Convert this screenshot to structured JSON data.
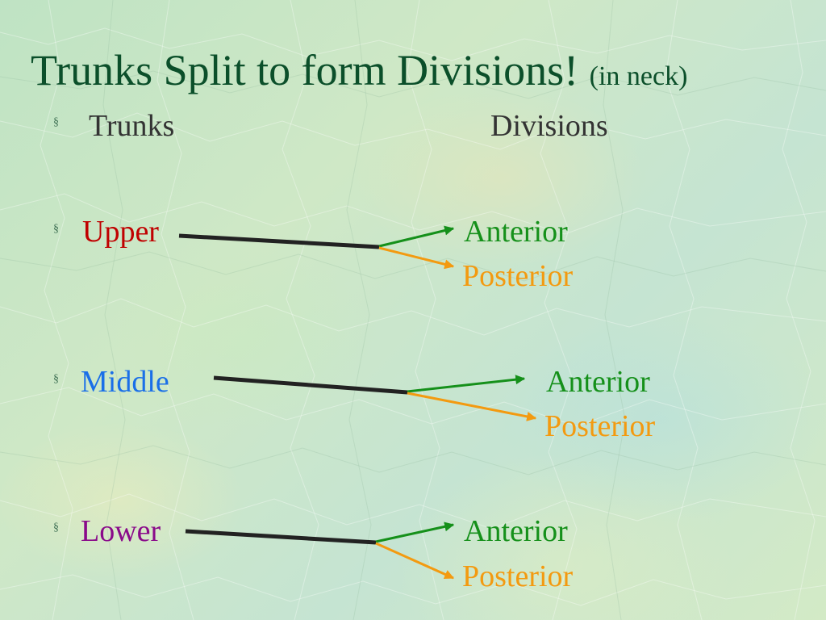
{
  "slide": {
    "title": "Trunks Split to form Divisions!",
    "title_note": "(in neck)"
  },
  "header": {
    "bullet": "§",
    "trunks_label": "Trunks",
    "divisions_label": "Divisions"
  },
  "rows": [
    {
      "bullet": "§",
      "trunk": "Upper",
      "trunk_color": "#c00000",
      "anterior": "Anterior",
      "posterior": "Posterior"
    },
    {
      "bullet": "§",
      "trunk": "Middle",
      "trunk_color": "#1a6fe8",
      "anterior": "Anterior",
      "posterior": "Posterior"
    },
    {
      "bullet": "§",
      "trunk": "Lower",
      "trunk_color": "#8a0a8a",
      "anterior": "Anterior",
      "posterior": "Posterior"
    }
  ],
  "colors": {
    "title": "#0b4f2a",
    "anterior": "#15901a",
    "posterior": "#f39a10",
    "trunk_line": "#222222"
  }
}
